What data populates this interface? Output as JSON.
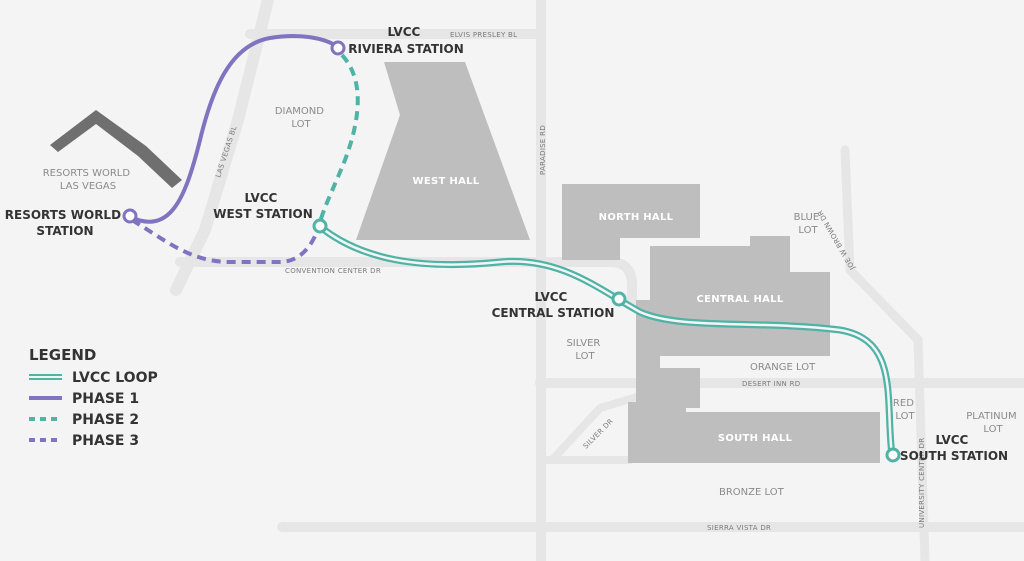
{
  "colors": {
    "loop": "#4fb3a6",
    "phase1": "#8074c0",
    "phase2": "#4fb3a6",
    "phase3": "#8074c0",
    "building": "#bebebe",
    "resorts_building": "#6f6f6f",
    "road": "#e6e6e6",
    "background": "#f4f4f4"
  },
  "roads": {
    "elvis_presley": "ELVIS PRESLEY BL",
    "paradise": "PARADISE RD",
    "las_vegas_bl": "LAS VEGAS BL",
    "convention_center": "CONVENTION CENTER DR",
    "desert_inn": "DESERT INN RD",
    "silver_dr": "SILVER DR",
    "joe_w_brown": "JOE W BROWN DR",
    "university_center": "UNIVERSITY CENTER DR",
    "sierra_vista": "SIERRA VISTA DR"
  },
  "areas": {
    "resorts_world": [
      "RESORTS WORLD",
      "LAS VEGAS"
    ],
    "diamond_lot": [
      "DIAMOND",
      "LOT"
    ],
    "silver_lot": [
      "SILVER",
      "LOT"
    ],
    "blue_lot": [
      "BLUE",
      "LOT"
    ],
    "orange_lot": "ORANGE LOT",
    "red_lot": [
      "RED",
      "LOT"
    ],
    "platinum_lot": [
      "PLATINUM",
      "LOT"
    ],
    "bronze_lot": "BRONZE LOT"
  },
  "halls": {
    "west": "WEST HALL",
    "north": "NORTH HALL",
    "central": "CENTRAL HALL",
    "south": "SOUTH HALL"
  },
  "stations": {
    "riviera": [
      "LVCC",
      "RIVIERA STATION"
    ],
    "resorts_world": [
      "RESORTS WORLD",
      "STATION"
    ],
    "west": [
      "LVCC",
      "WEST STATION"
    ],
    "central": [
      "LVCC",
      "CENTRAL STATION"
    ],
    "south": [
      "LVCC",
      "SOUTH STATION"
    ]
  },
  "legend": {
    "title": "LEGEND",
    "items": [
      {
        "label": "LVCC LOOP",
        "style": "double-solid",
        "color": "#4fb3a6"
      },
      {
        "label": "PHASE 1",
        "style": "solid",
        "color": "#8074c0"
      },
      {
        "label": "PHASE 2",
        "style": "dashed",
        "color": "#4fb3a6"
      },
      {
        "label": "PHASE 3",
        "style": "dashed",
        "color": "#8074c0"
      }
    ]
  }
}
